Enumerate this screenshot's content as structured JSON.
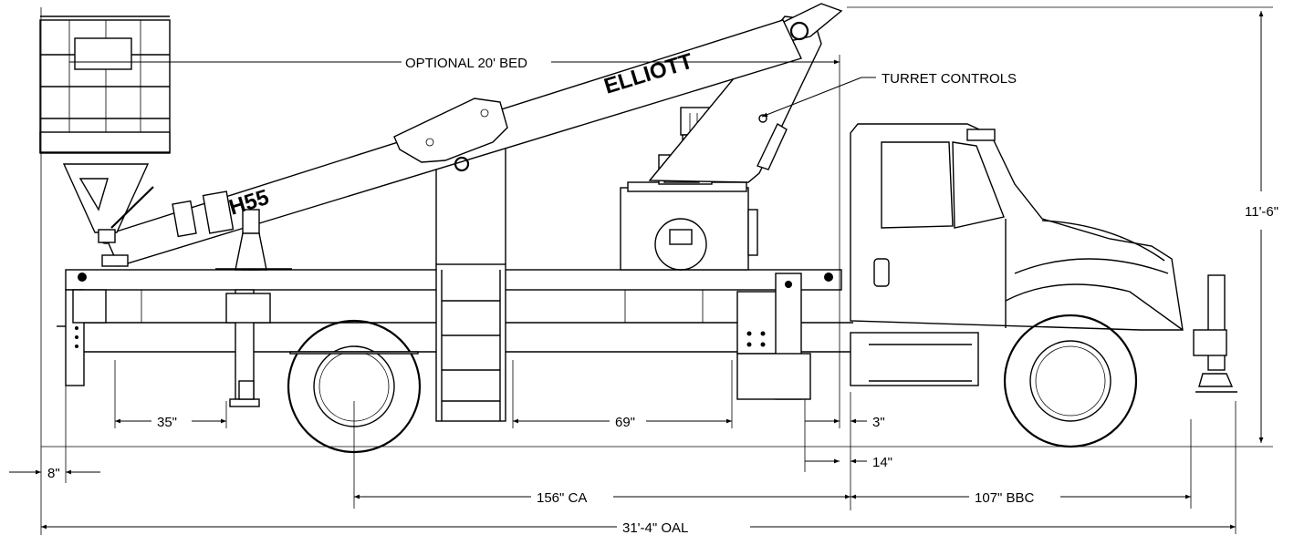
{
  "brand": {
    "name": "ELLIOTT",
    "model": "H55"
  },
  "callouts": {
    "bed": "OPTIONAL 20' BED",
    "turret": "TURRET CONTROLS"
  },
  "dimensions": {
    "height": "11'-6\"",
    "rear_overhang": "8\"",
    "outrigger_rear": "35\"",
    "outrigger_spacing": "69\"",
    "cab_gap": "3\"",
    "frame_to_cab": "14\"",
    "cab_to_axle": "156\" CA",
    "bumper_to_cab": "107\" BBC",
    "overall_length": "31'-4\" OAL"
  }
}
